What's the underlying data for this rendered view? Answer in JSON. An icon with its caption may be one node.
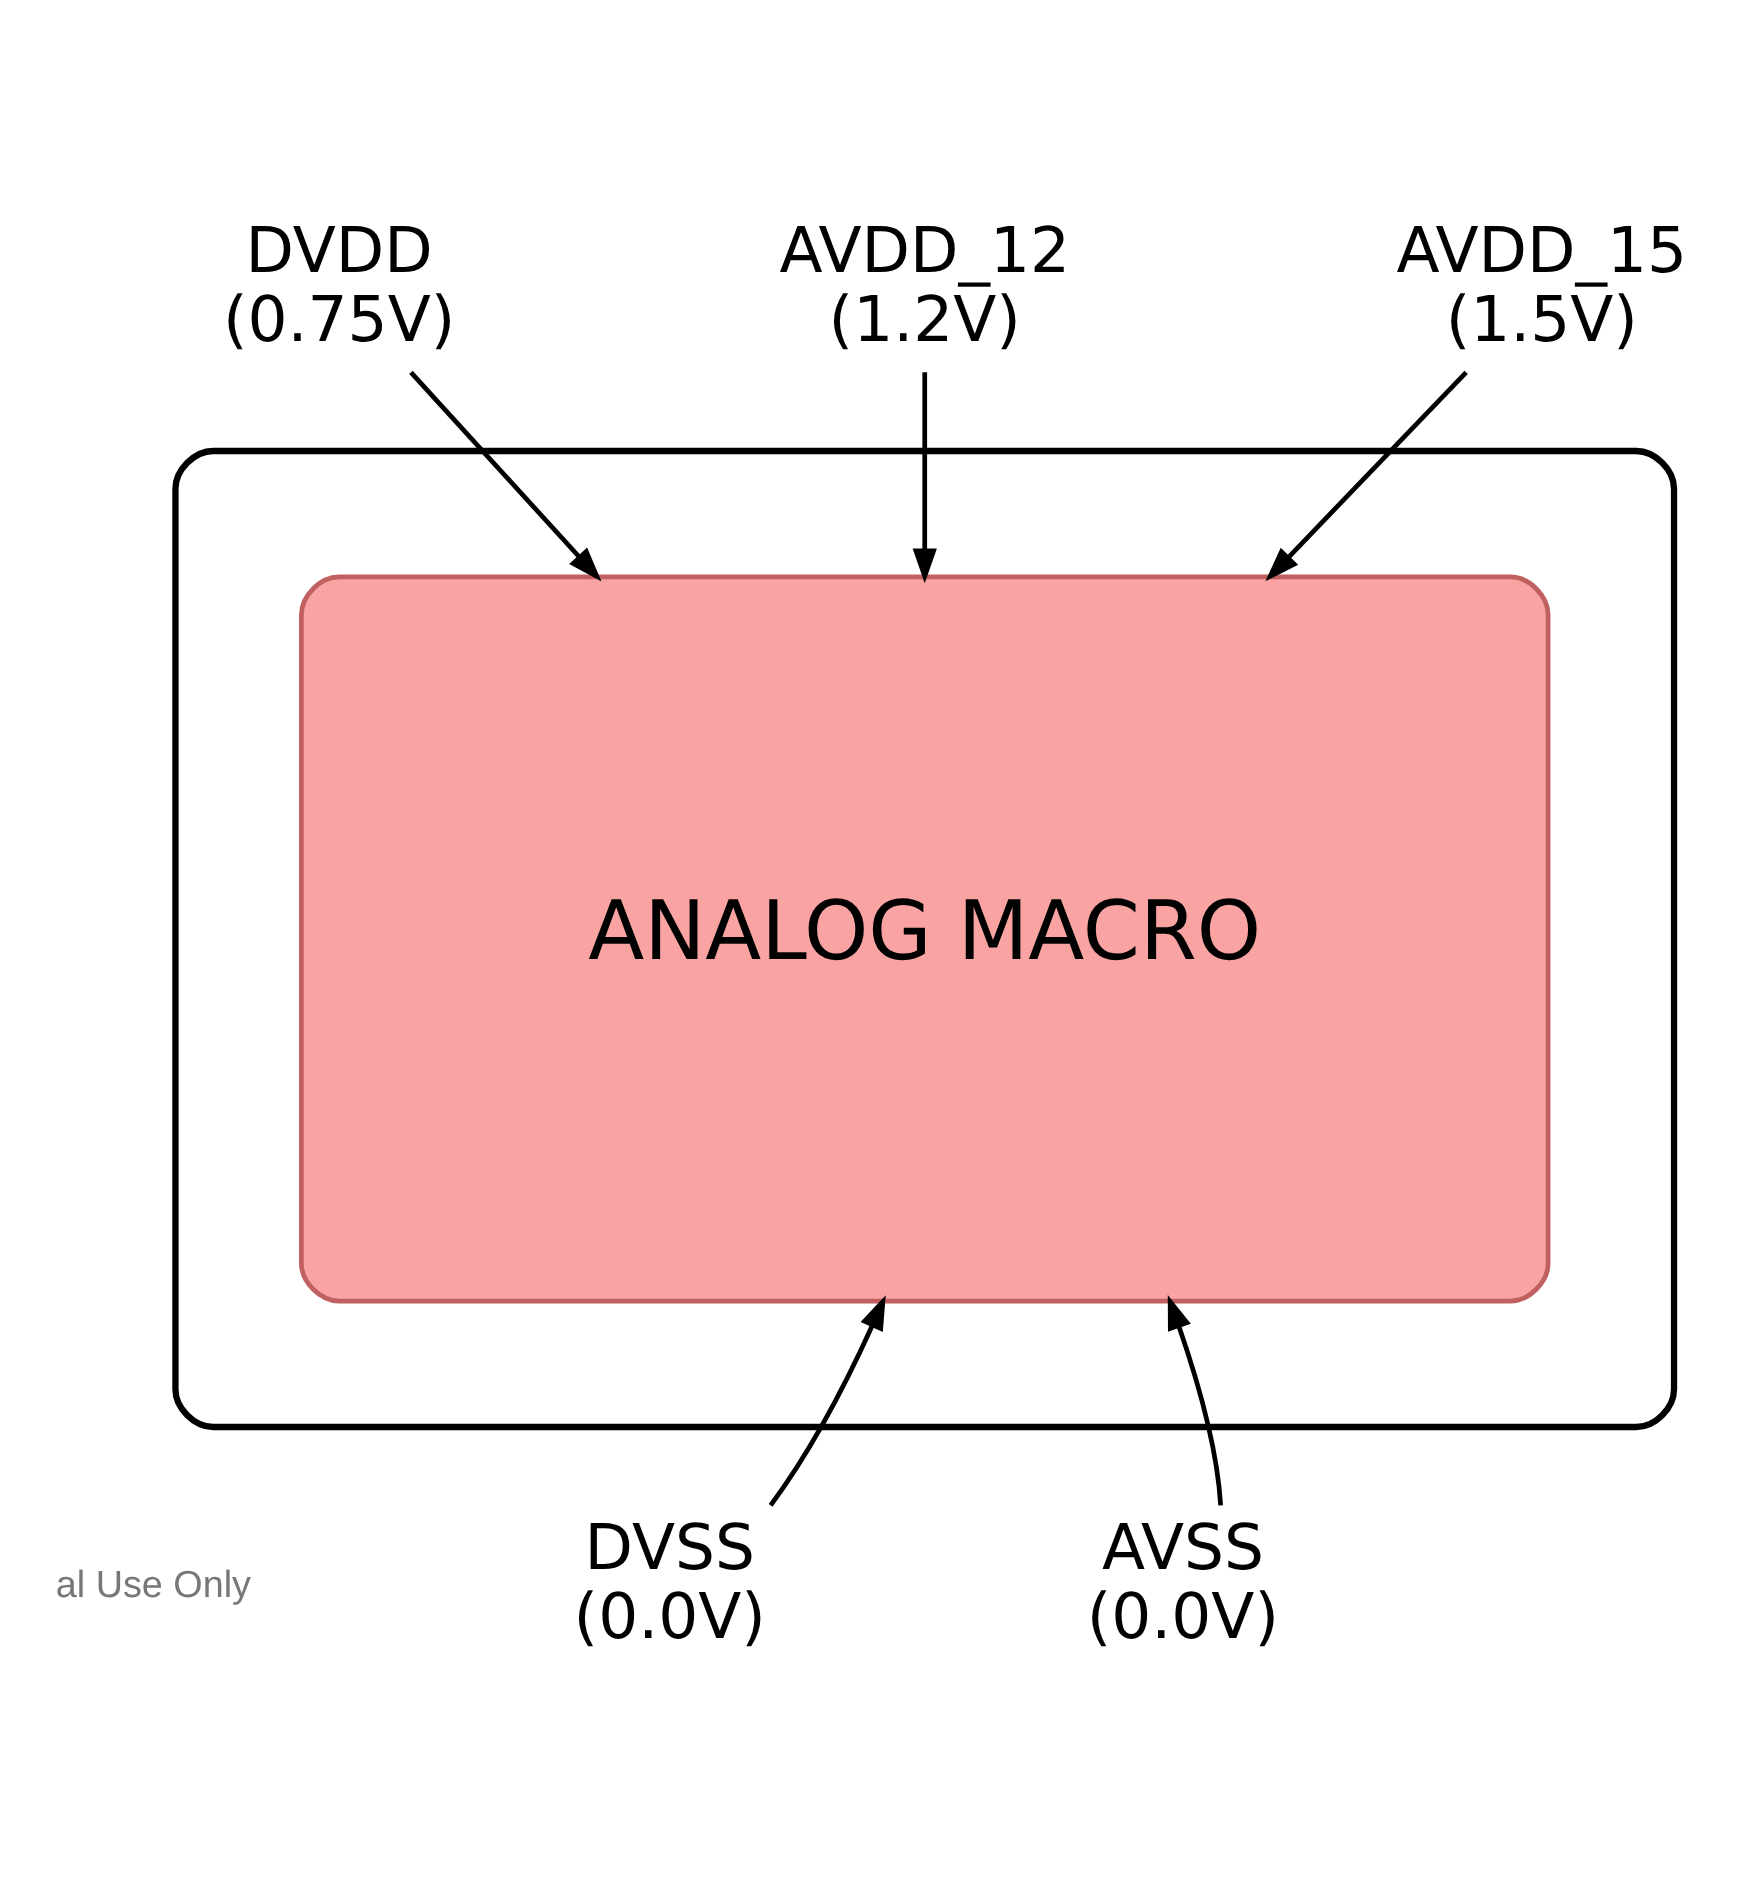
{
  "diagram": {
    "nodes": [
      {
        "text": [],
        "shape": "box"
      },
      {
        "text": [
          "ANALOG MACRO"
        ],
        "in": 0
      },
      {
        "text": [
          "DVDD",
          "(0.75V)"
        ]
      },
      {
        "text": [
          "AVDD_12",
          "(1.2V)"
        ]
      },
      {
        "text": [
          "AVDD_15",
          "(1.5V)"
        ]
      },
      {
        "text": [
          "DVSS",
          "(0.0V)"
        ]
      },
      {
        "text": [
          "AVSS",
          "(0.0V)"
        ]
      }
    ],
    "edges": [
      {
        "from": 2,
        "to": 1,
        "arrow": "to"
      },
      {
        "from": 3,
        "to": 1,
        "arrow": "to"
      },
      {
        "from": 4,
        "to": 1,
        "arrow": "to"
      },
      {
        "from": 5,
        "to": 1,
        "arrow": "to"
      },
      {
        "from": 6,
        "to": 1,
        "arrow": "to"
      }
    ],
    "labels": [
      "al Use Only"
    ]
  }
}
